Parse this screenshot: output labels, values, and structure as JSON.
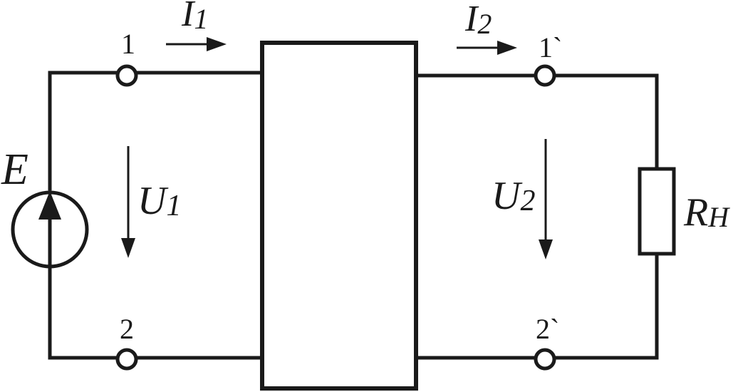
{
  "labels": {
    "source": "E",
    "current_in": "I",
    "current_in_sub": "1",
    "current_out": "I",
    "current_out_sub": "2",
    "voltage_in": "U",
    "voltage_in_sub": "1",
    "voltage_out": "U",
    "voltage_out_sub": "2",
    "load": "R",
    "load_sub": "H",
    "terminal_1": "1",
    "terminal_2": "2",
    "terminal_1p": "1`",
    "terminal_2p": "2`"
  },
  "colors": {
    "ink": "#1a1a1a",
    "background": "#ffffff"
  }
}
